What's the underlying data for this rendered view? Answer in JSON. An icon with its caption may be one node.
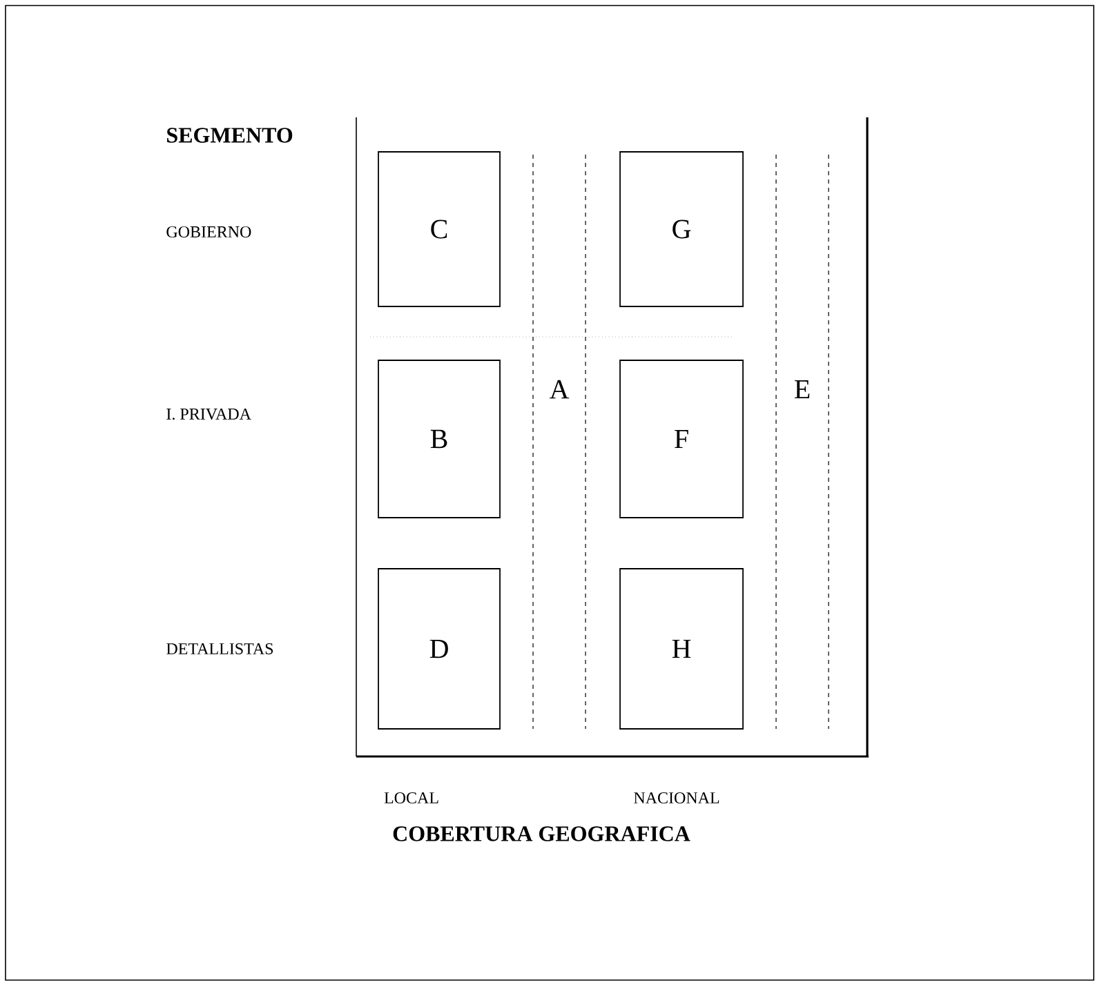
{
  "diagram": {
    "nodes": [
      {
        "text": [
          "C"
        ]
      },
      {
        "text": [
          "G"
        ]
      },
      {
        "text": [
          "B"
        ]
      },
      {
        "text": [
          "A"
        ]
      },
      {
        "text": [
          "F"
        ]
      },
      {
        "text": [
          "E"
        ]
      },
      {
        "text": [
          "D"
        ]
      },
      {
        "text": [
          "H"
        ]
      }
    ],
    "labels": [
      "SEGMENTO",
      "GOBIERNO",
      "I. PRIVADA",
      "DETALLISTAS",
      "LOCAL",
      "NACIONAL",
      "COBERTURA GEOGRAFICA"
    ]
  }
}
